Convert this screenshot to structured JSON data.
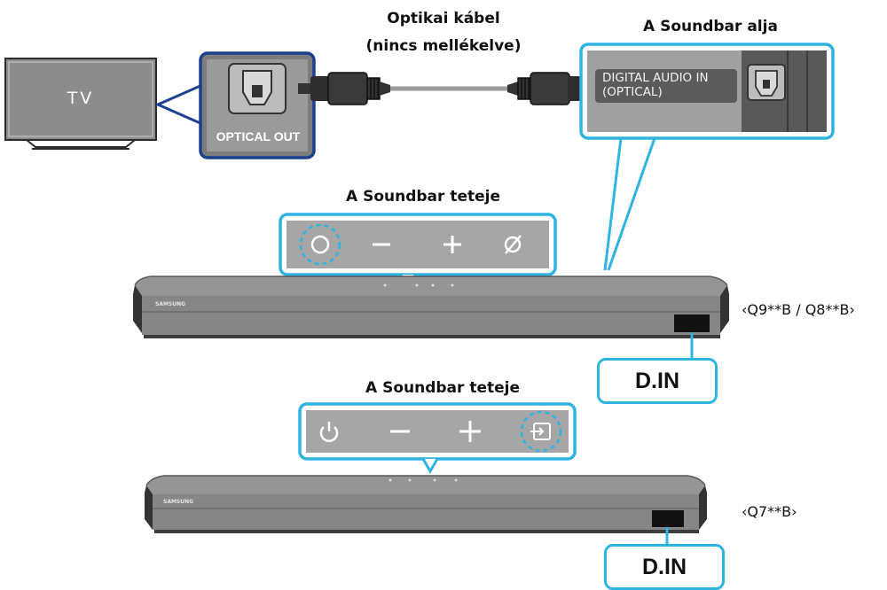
{
  "labels": {
    "cable_line1": "Optikai kábel",
    "cable_line2": "(nincs mellékelve)",
    "soundbar_bottom": "A Soundbar alja",
    "soundbar_top_1": "A Soundbar teteje",
    "soundbar_top_2": "A Soundbar teteje",
    "model_1": "‹Q9**B / Q8**B›",
    "model_2": "‹Q7**B›",
    "d_in_1": "D.IN",
    "d_in_2": "D.IN"
  },
  "tv": {
    "label": "TV"
  },
  "tv_port": {
    "label": "OPTICAL OUT"
  },
  "soundbar_port": {
    "line1": "DIGITAL AUDIO IN",
    "line2": "(OPTICAL)"
  },
  "brand": {
    "logo_text": "SAMSUNG"
  },
  "top_panel_1": {
    "buttons": [
      "circle-button",
      "minus-button",
      "plus-button",
      "slashed-circle-button"
    ]
  },
  "top_panel_2": {
    "buttons": [
      "power-button",
      "minus-button",
      "plus-button",
      "input-source-button"
    ]
  },
  "colors": {
    "highlight_light": "#2fb3e0",
    "highlight_dark": "#1c3f8f",
    "device_gray": "#8a8a8a",
    "panel_gray": "#a6a6a6"
  }
}
